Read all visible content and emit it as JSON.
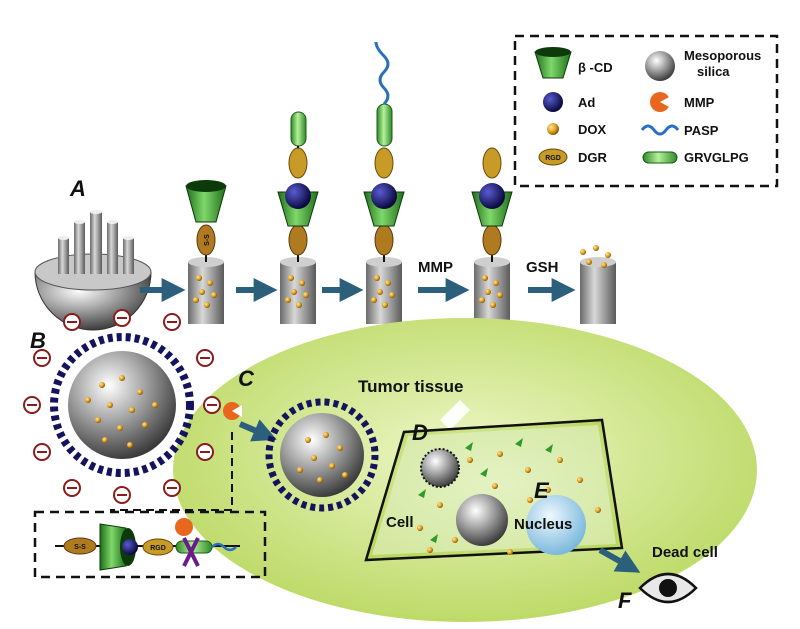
{
  "legend": {
    "items": [
      {
        "label": "β -CD",
        "icon": "beta-cd-cone"
      },
      {
        "label": "Mesoporous silica",
        "icon": "silica-sphere"
      },
      {
        "label": "Ad",
        "icon": "ad-ball"
      },
      {
        "label": "MMP",
        "icon": "mmp-pacman"
      },
      {
        "label": "DOX",
        "icon": "dox-dot"
      },
      {
        "label": "PASP",
        "icon": "pasp-wave"
      },
      {
        "label": "DGR",
        "icon": "dgr-oval"
      },
      {
        "label": "GRVGLPG",
        "icon": "grvglpg-capsule"
      }
    ],
    "mesoporous_line1": "Mesoporous",
    "mesoporous_line2": "silica"
  },
  "steps": {
    "a": "A",
    "b": "B",
    "c": "C",
    "d": "D",
    "e": "E",
    "f": "F"
  },
  "arrows": {
    "mmp": "MMP",
    "gsh": "GSH"
  },
  "labels": {
    "tumor_tissue": "Tumor tissue",
    "cell": "Cell",
    "nucleus": "Nucleus",
    "dead_cell": "Dead cell",
    "ss": "S-S",
    "rgd": "RGD"
  },
  "colors": {
    "green": "#2f9a28",
    "navy": "#14145e",
    "gold": "#d89a1e",
    "tumor": "#c8e27a",
    "cell": "#dff0c0",
    "nucleus": "#a8d6f0",
    "minus": "#8a1c1c",
    "arrow": "#2c5f7c"
  }
}
